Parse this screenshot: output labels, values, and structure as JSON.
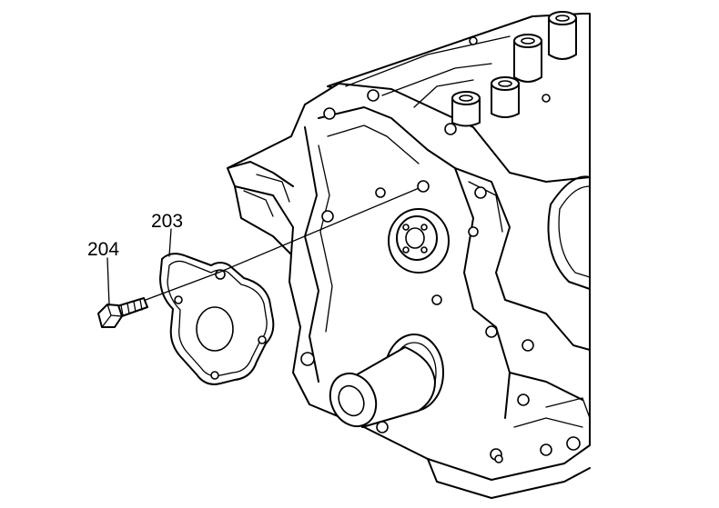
{
  "diagram": {
    "callouts": [
      {
        "id": "gasket",
        "label": "203"
      },
      {
        "id": "bolt",
        "label": "204"
      }
    ],
    "colors": {
      "line": "#000000",
      "background": "#ffffff"
    }
  }
}
